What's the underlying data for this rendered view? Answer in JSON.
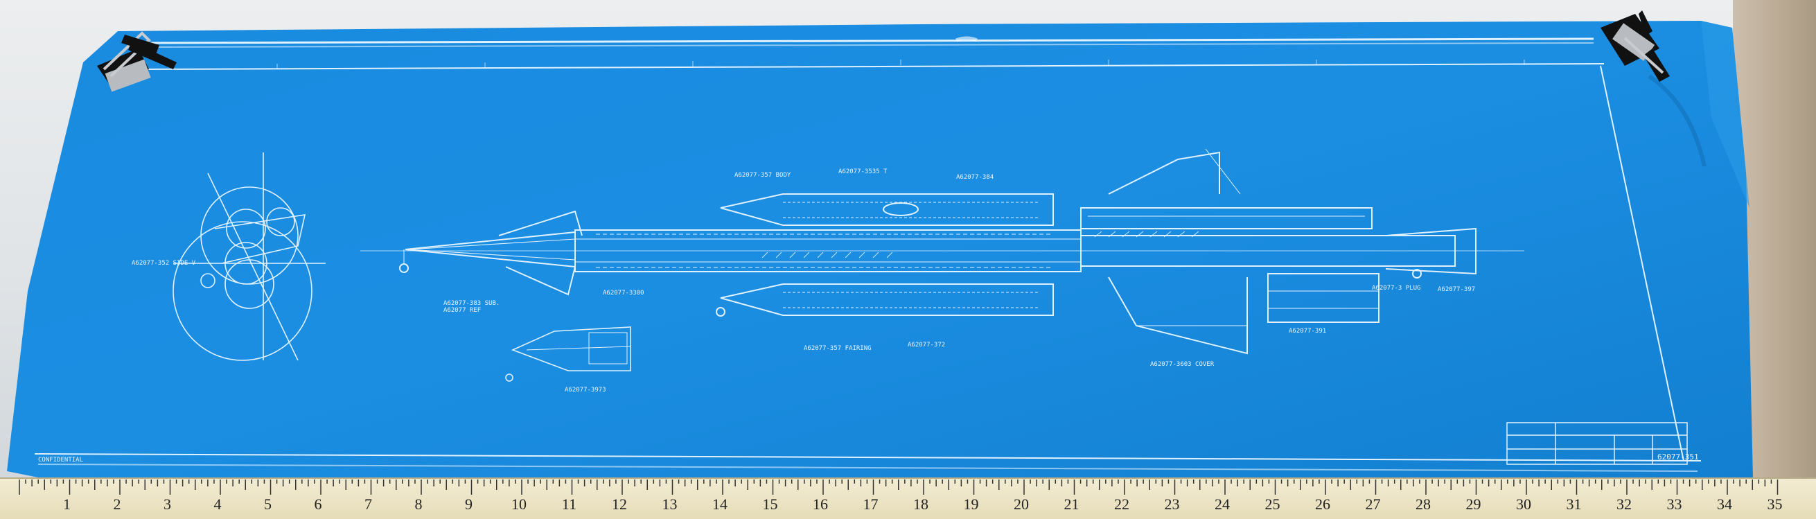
{
  "photo": {
    "subject": "blueprint",
    "paper_color": "#1b8ee0",
    "line_color": "#dff1ff"
  },
  "ruler": {
    "numbers": [
      "1",
      "2",
      "3",
      "4",
      "5",
      "6",
      "7",
      "8",
      "9",
      "10",
      "11",
      "12",
      "13",
      "14",
      "15",
      "16",
      "17",
      "18",
      "19",
      "20",
      "21",
      "22",
      "23",
      "24",
      "25",
      "26",
      "27",
      "28",
      "29",
      "30",
      "31",
      "32",
      "33",
      "34",
      "35"
    ]
  },
  "blueprint_text": {
    "corner_left": "CONFIDENTIAL",
    "drawing_number": "62077-351"
  }
}
